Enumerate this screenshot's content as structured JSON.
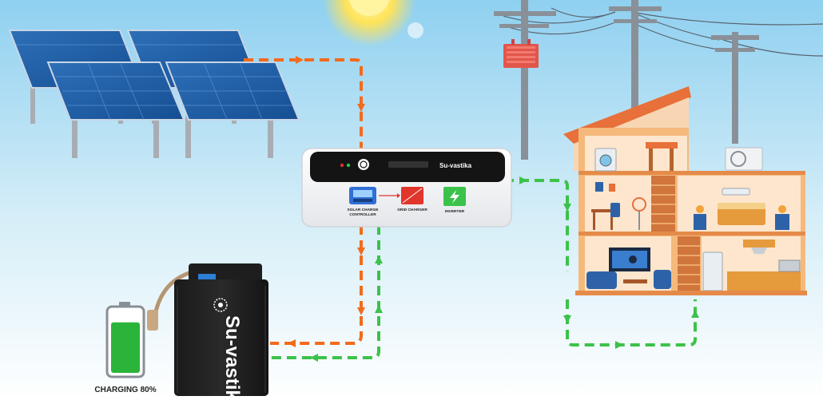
{
  "inverter": {
    "brand": "Su-vastika",
    "modules": [
      {
        "label_line1": "SOLAR CHARGE",
        "label_line2": "CONTROLLER"
      },
      {
        "label_line1": "GRID CHARGER",
        "label_line2": ""
      },
      {
        "label_line1": "INVERTER",
        "label_line2": ""
      }
    ]
  },
  "battery": {
    "brand": "Su-vastika",
    "status_label": "CHARGING 80%",
    "charge_level": 0.8
  },
  "tv_screen_text": "",
  "colors": {
    "sky_top": "#8fd0f0",
    "sky_bottom": "#ffffff",
    "solar_flow": "#f26b1d",
    "grid_flow": "#3cc24a",
    "battery_fill": "#2bb43a",
    "house_wall": "#f5b97c",
    "roof": "#e8703a"
  },
  "icons": [
    "sun-icon",
    "solar-panel-icon",
    "utility-pole-icon",
    "transformer-icon",
    "inverter-icon",
    "battery-icon",
    "house-icon",
    "charge-indicator-icon"
  ]
}
